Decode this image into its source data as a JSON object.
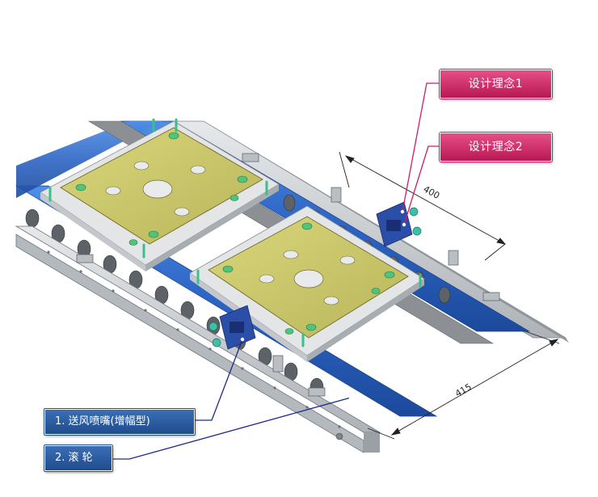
{
  "callouts": {
    "design1": "设计理念1",
    "design2": "设计理念2",
    "item1": "1. 送风喷嘴(增幅型)",
    "item2": "2. 滚 轮"
  },
  "dimensions": {
    "width_a": "400",
    "width_b": "415"
  },
  "colors": {
    "belt_blue": "#2c64c4",
    "plate_olive": "#c9c66a",
    "frame_grey": "#c9cccf",
    "callout_pink": "#d3306e",
    "callout_blue": "#2a5ea4",
    "leader_magenta": "#d01a6c",
    "leader_navy": "#1b2a8a"
  }
}
